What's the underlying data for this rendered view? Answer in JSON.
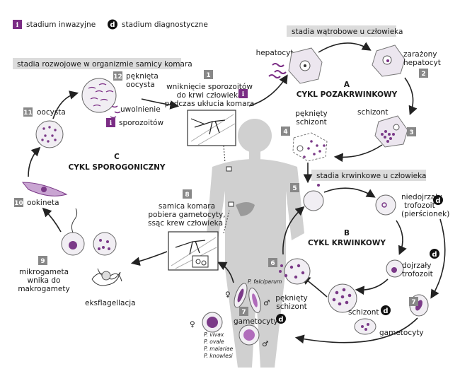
{
  "legend": {
    "invasive_badge": "i",
    "invasive": "stadium inwazyjne",
    "diagnostic_badge": "d",
    "diagnostic": "stadium diagnostyczne"
  },
  "headers": {
    "liver": "stadia wątrobowe u człowieka",
    "mosquito": "stadia rozwojowe w organizmie samicy komara",
    "blood": "stadia krwinkowe u człowieka"
  },
  "cycles": {
    "a_letter": "A",
    "a_name": "CYKL POZAKRWINKOWY",
    "b_letter": "B",
    "b_name": "CYKL KRWINKOWY",
    "c_letter": "C",
    "c_name": "CYKL SPOROGONICZNY"
  },
  "steps": {
    "s1_num": "1",
    "s1_l1": "wniknięcie sporozoitów",
    "s1_l2": "do krwi człowieka",
    "s1_l3": "podczas ukłucia komara",
    "hepatocyte": "hepatocyt",
    "s2_num": "2",
    "s2_l1": "zarażony",
    "s2_l2": "hepatocyt",
    "s3_num": "3",
    "s3_l1": "schizont",
    "s4_num": "4",
    "s4_l1": "pęknięty",
    "s4_l2": "schizont",
    "s5_num": "5",
    "troph_l1": "niedojrzały",
    "troph_l2": "trofozoit",
    "troph_l3": "(pierścionek)",
    "mature_l1": "dojrzały",
    "mature_l2": "trofozoit",
    "blood_schizont": "schizont",
    "s6_num": "6",
    "s6_l1": "pęknięty",
    "s6_l2": "schizont",
    "s7_num": "7",
    "s7_l1": "gametocyty",
    "s7b_num": "7",
    "s7b_l1": "gametocyty",
    "s8_num": "8",
    "s8_l1": "samica komara",
    "s8_l2": "pobiera gametocyty,",
    "s8_l3": "ssąc krew człowieka",
    "s9_num": "9",
    "s9_l1": "mikrogameta",
    "s9_l2": "wnika do",
    "s9_l3": "makrogamety",
    "exflag": "eksflagellacja",
    "s10_num": "10",
    "s10_l1": "ookineta",
    "s11_num": "11",
    "s11_l1": "oocysta",
    "s12_num": "12",
    "s12_l1": "pęknięta",
    "s12_l2": "oocysta",
    "release_l1": "uwolnienie",
    "release_l2": "sporozoitów",
    "falciparum": "P. falciparum",
    "vivax": "P. vivax",
    "ovale": "P. ovale",
    "malariae": "P. malariae",
    "knowlesi": "P. knowlesi",
    "female": "♀",
    "male": "♂"
  }
}
